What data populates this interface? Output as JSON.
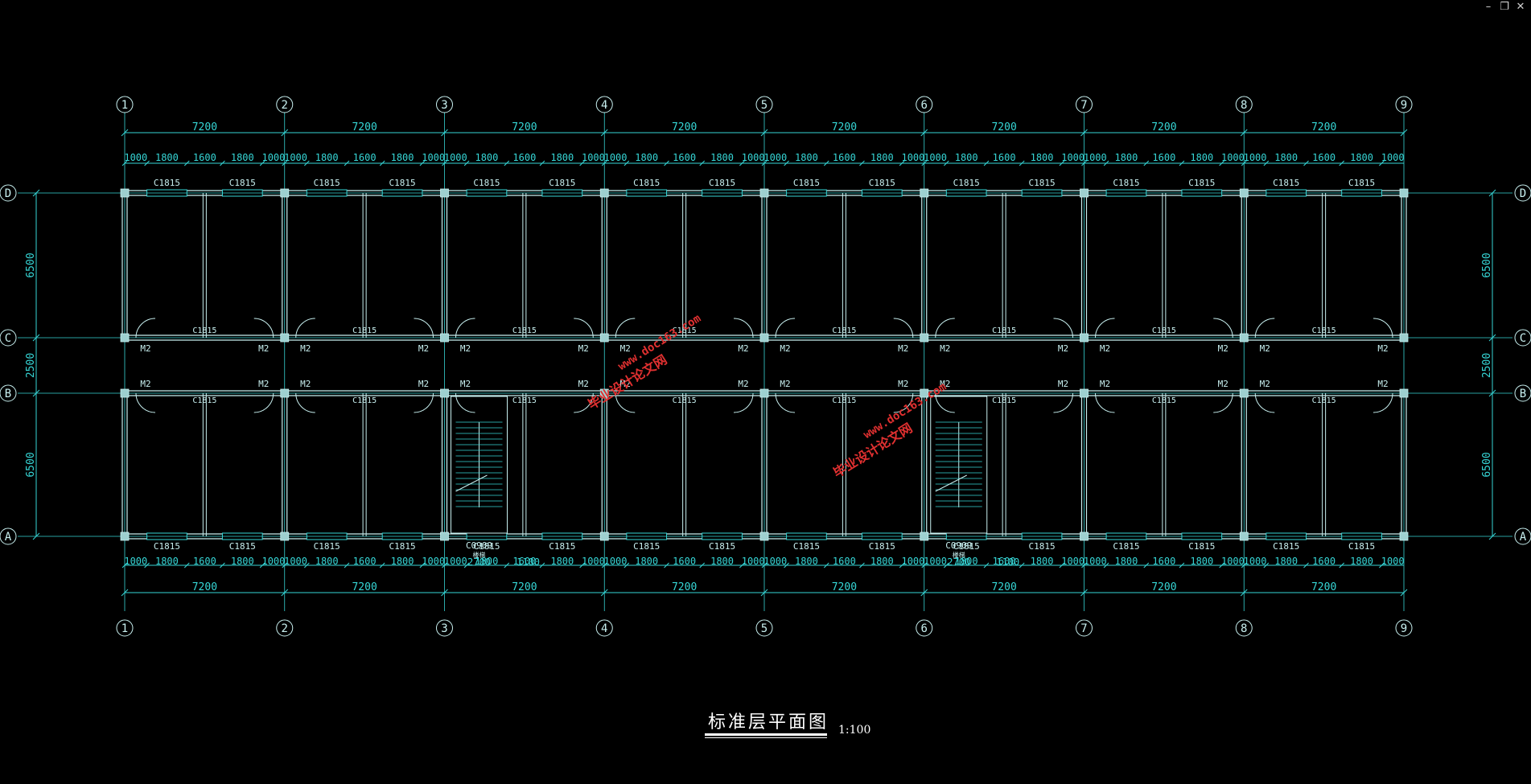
{
  "window_controls": {
    "minimize": "–",
    "restore": "❐",
    "close": "✕"
  },
  "colors": {
    "line": "#36d6d6",
    "wall": "#c8f0f0",
    "column": "#9ed0d0",
    "watermark": "#e03030",
    "title": "#ffffff"
  },
  "grid_axes": {
    "vertical": [
      "1",
      "2",
      "3",
      "4",
      "5",
      "6",
      "7",
      "8",
      "9"
    ],
    "horizontal": [
      "D",
      "C",
      "B",
      "A"
    ]
  },
  "dimensions": {
    "bay_spacing": "7200",
    "top_segments": [
      "1000",
      "1800",
      "1600",
      "1800",
      "1000"
    ],
    "left_vertical": [
      "6500",
      "2500",
      "6500"
    ],
    "right_vertical": [
      "6500",
      "2500",
      "6500"
    ]
  },
  "labels": {
    "window": "C1815",
    "door": "M2",
    "stair_window": "C0909",
    "stair_dim": "2700",
    "stair_dim_side": "1100",
    "stair_note": "楼梯"
  },
  "watermarks": [
    {
      "line1": "毕业设计论文网",
      "line2": "www.doc163.com"
    },
    {
      "line1": "毕业设计论文网",
      "line2": "www.doc163.com"
    }
  ],
  "title": {
    "text": "标准层平面图",
    "scale": "1:100"
  }
}
